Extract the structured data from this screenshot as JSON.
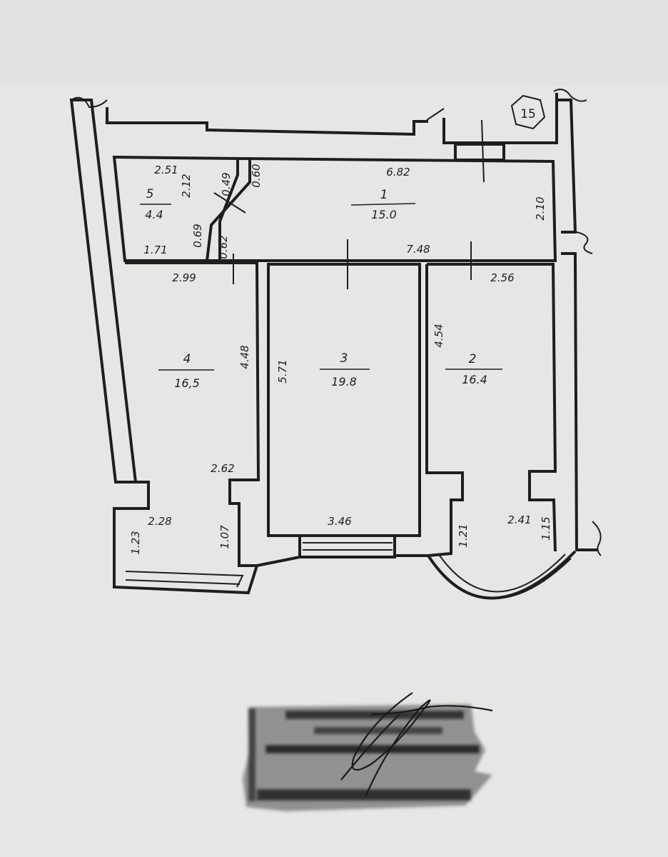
{
  "sheet_number": "15",
  "rooms": [
    {
      "num": "1",
      "area": "15.0"
    },
    {
      "num": "2",
      "area": "16.4"
    },
    {
      "num": "3",
      "area": "19.8"
    },
    {
      "num": "4",
      "area": "16,5"
    },
    {
      "num": "5",
      "area": "4.4"
    }
  ],
  "dimensions": {
    "d_2_51": "2.51",
    "d_2_12": "2.12",
    "d_0_49": "0.49",
    "d_0_60": "0.60",
    "d_6_82": "6.82",
    "d_2_10": "2.10",
    "d_0_69": "0.69",
    "d_0_62": "0.62",
    "d_1_71": "1.71",
    "d_7_48": "7.48",
    "d_2_99": "2.99",
    "d_2_56": "2.56",
    "d_4_48": "4.48",
    "d_5_71": "5.71",
    "d_4_54": "4.54",
    "d_2_62": "2.62",
    "d_2_28": "2.28",
    "d_1_23": "1.23",
    "d_1_07": "1.07",
    "d_3_46": "3.46",
    "d_1_21": "1.21",
    "d_2_41": "2.41",
    "d_1_15": "1.15"
  }
}
